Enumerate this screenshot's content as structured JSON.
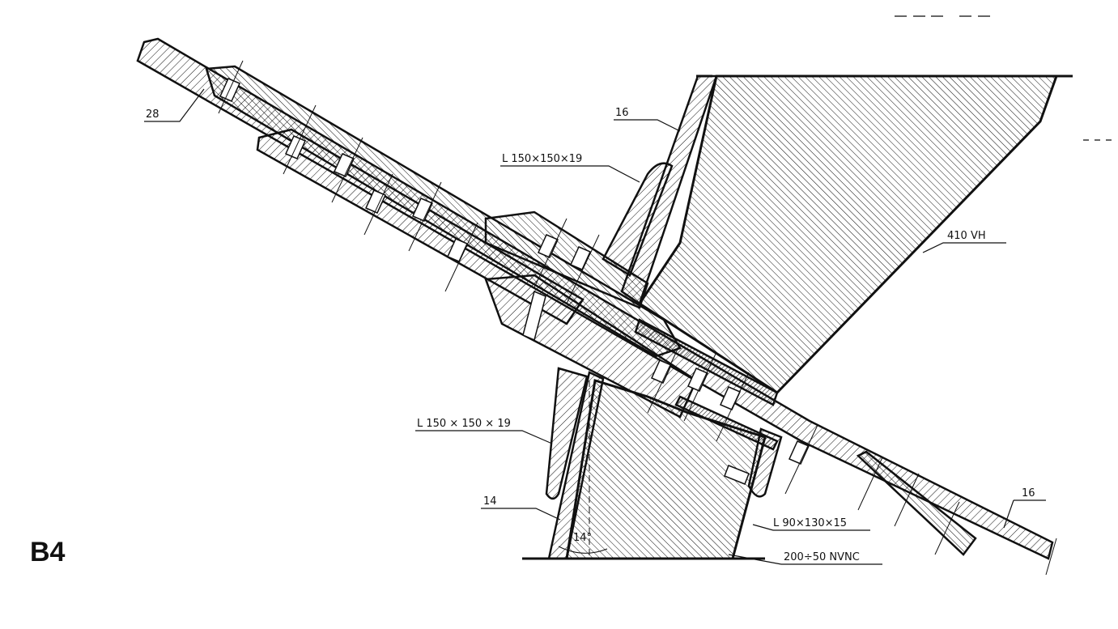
{
  "sheet_id": "B4",
  "labels": {
    "plate_28": "28",
    "plate_16_top": "16",
    "angle_upper": "L 150×150×19",
    "girder_410": "410 VH",
    "angle_lower": "L 150 × 150 × 19",
    "plate_14": "14",
    "angle_small": "L 90×130×15",
    "bearing_pad": "200÷50 NVNC",
    "plate_16_right": "16",
    "angle_value": "14°"
  },
  "colors": {
    "line": "#111111",
    "background": "#ffffff"
  }
}
